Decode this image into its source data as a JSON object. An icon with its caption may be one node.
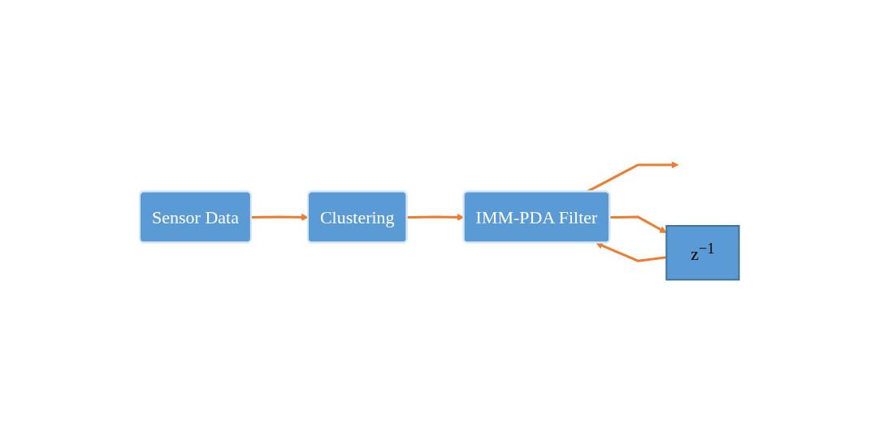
{
  "diagram": {
    "nodes": [
      {
        "text": [
          "Sensor Data"
        ]
      },
      {
        "text": [
          "Clustering"
        ]
      },
      {
        "text": [
          "IMM-PDA Filter"
        ]
      },
      {
        "text": [
          "z$^{−1}$"
        ]
      }
    ],
    "edges": [
      {
        "from": 0,
        "to": 1,
        "arrow": "to"
      },
      {
        "from": 1,
        "to": 2,
        "arrow": "to"
      },
      {
        "from": 2,
        "to": null,
        "arrow": "to"
      },
      {
        "from": 2,
        "to": 3,
        "arrow": "to"
      },
      {
        "from": 3,
        "to": 2,
        "arrow": "to"
      }
    ]
  }
}
